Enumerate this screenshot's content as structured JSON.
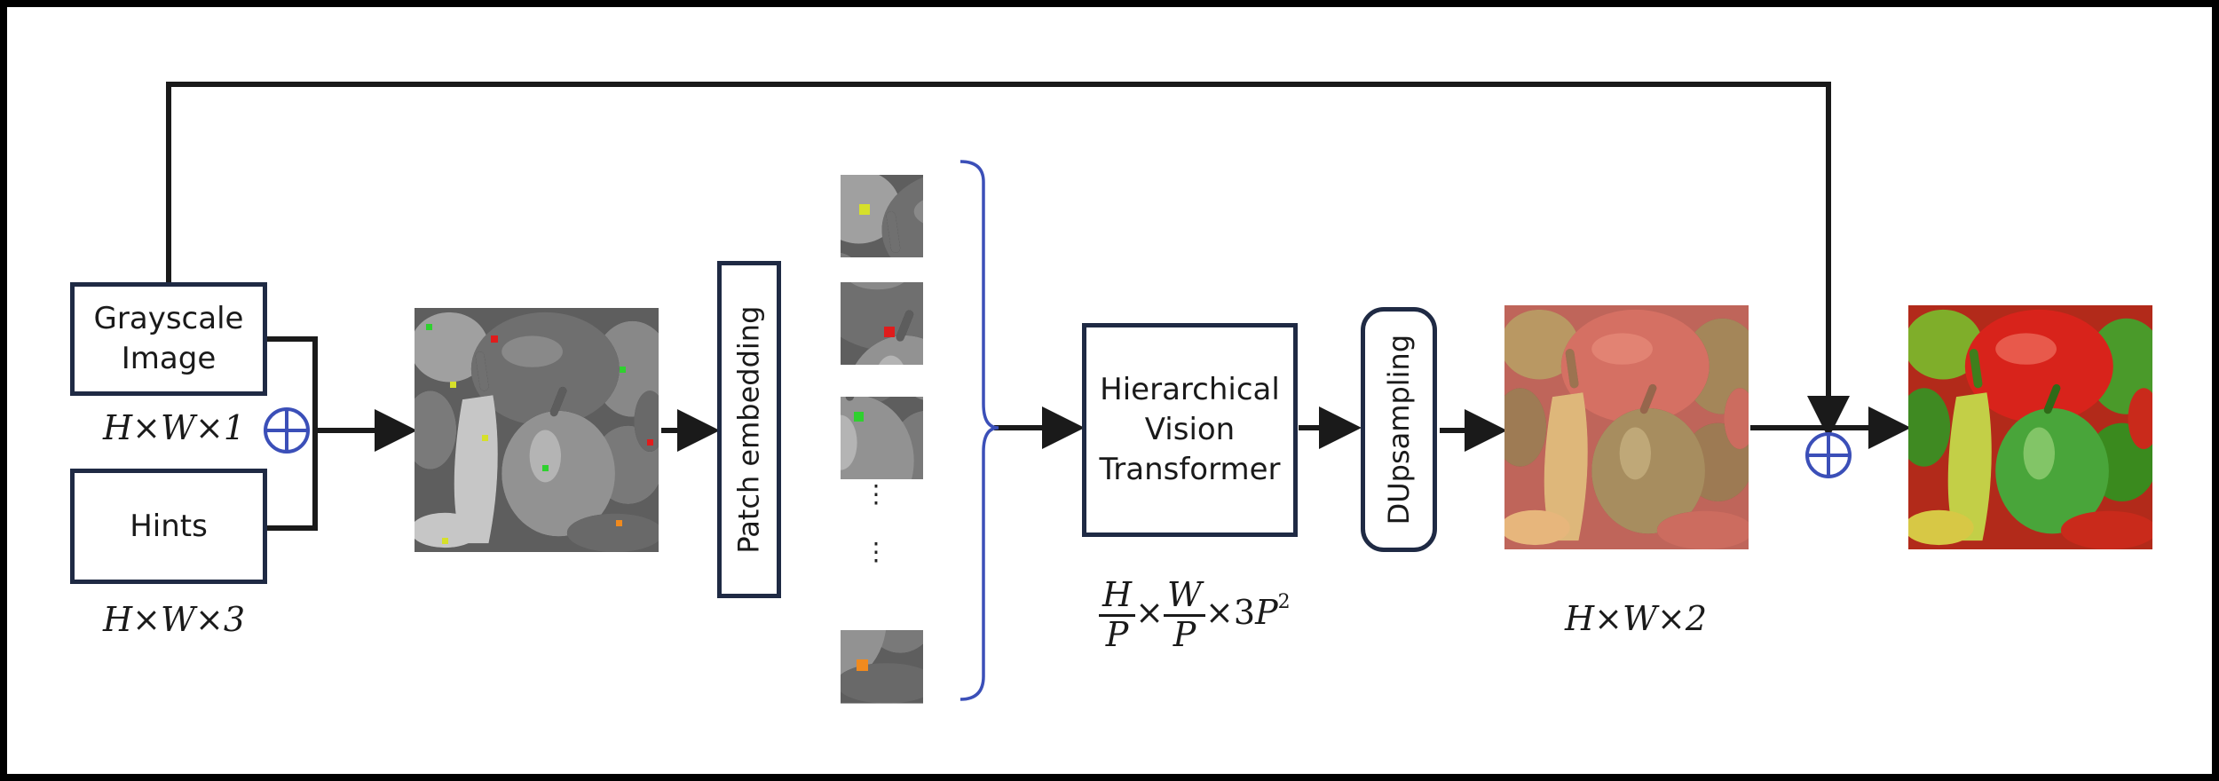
{
  "inputs": {
    "grayscale_label": "Grayscale\nImage",
    "grayscale_dims": "H×W×1",
    "hints_label": "Hints",
    "hints_dims": "H×W×3"
  },
  "patch_embedding": {
    "label": "Patch embedding"
  },
  "transformer": {
    "label": "Hierarchical\nVision\nTransformer",
    "dims": {
      "h": "H",
      "w": "W",
      "p": "P",
      "times": "×",
      "factor": "3",
      "exp": "2"
    }
  },
  "upsampling": {
    "label": "DUpsampling"
  },
  "output": {
    "dims": "H×W×2"
  },
  "tokens": {
    "ellipsis": "⋮"
  },
  "colors": {
    "line": "#1a1a1a",
    "box_border": "#1f2a44",
    "operator": "#3b4fb8",
    "brace": "#3b4fb8",
    "hint_green": "#2fd12f",
    "hint_red": "#e01c1c",
    "hint_yellow": "#d6e02a",
    "hint_orange": "#f08a1e"
  }
}
